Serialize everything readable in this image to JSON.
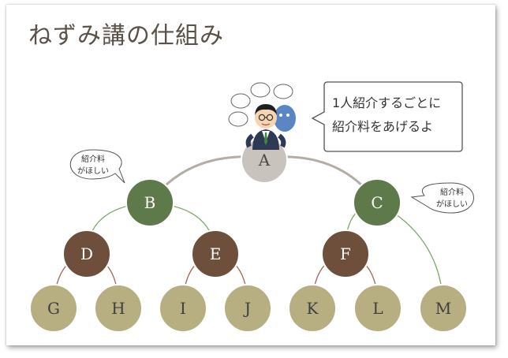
{
  "title": "ねずみ講の仕組み",
  "colors": {
    "top": "#c8c4bd",
    "level1": "#5e7a4a",
    "level2": "#6e4f3b",
    "level3": "#b7ae82",
    "edge_top": "#b3ada6",
    "edge_level1": "#7ea866",
    "edge_level2": "#a06a58",
    "title": "#5a5148"
  },
  "nodes": {
    "A": "A",
    "B": "B",
    "C": "C",
    "D": "D",
    "E": "E",
    "F": "F",
    "G": "G",
    "H": "H",
    "I": "I",
    "J": "J",
    "K": "K",
    "L": "L",
    "M": "M"
  },
  "speech": {
    "line1": "1人紹介するごとに",
    "line2": "紹介料をあげるよ"
  },
  "callout_b": {
    "line1": "紹介料",
    "line2": "がほしい"
  },
  "callout_c": {
    "line1": "紹介料",
    "line2": "がほしい"
  },
  "icons": {
    "presenter": "businessman-illustration",
    "thought": "thought-bubbles"
  }
}
